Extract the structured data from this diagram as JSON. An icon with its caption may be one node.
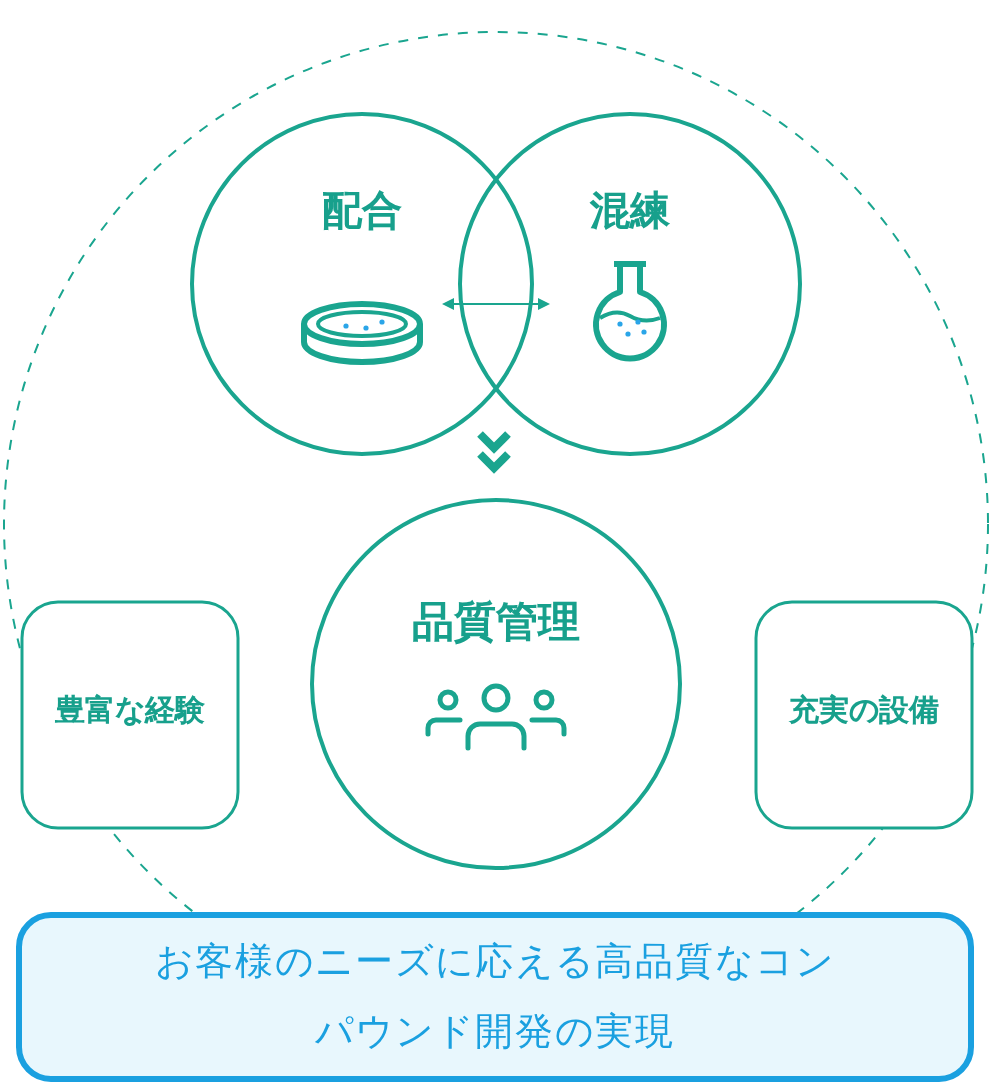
{
  "diagram": {
    "nodes": [
      {
        "text": [
          "配合"
        ]
      },
      {
        "text": [
          "混練"
        ]
      },
      {
        "text": [
          "品質管理"
        ]
      },
      {
        "text": [
          "豊富な経験"
        ]
      },
      {
        "text": [
          "充実の設備"
        ]
      },
      {
        "text": [
          "お客様のニーズに応える高品質なコンパウンド開発の実現"
        ]
      }
    ],
    "edges": [
      {
        "from": 0,
        "to": 1,
        "arrow": "both"
      },
      {
        "from": 0,
        "to": 2,
        "arrow": "to"
      },
      {
        "from": 1,
        "to": 2,
        "arrow": "to"
      }
    ]
  }
}
